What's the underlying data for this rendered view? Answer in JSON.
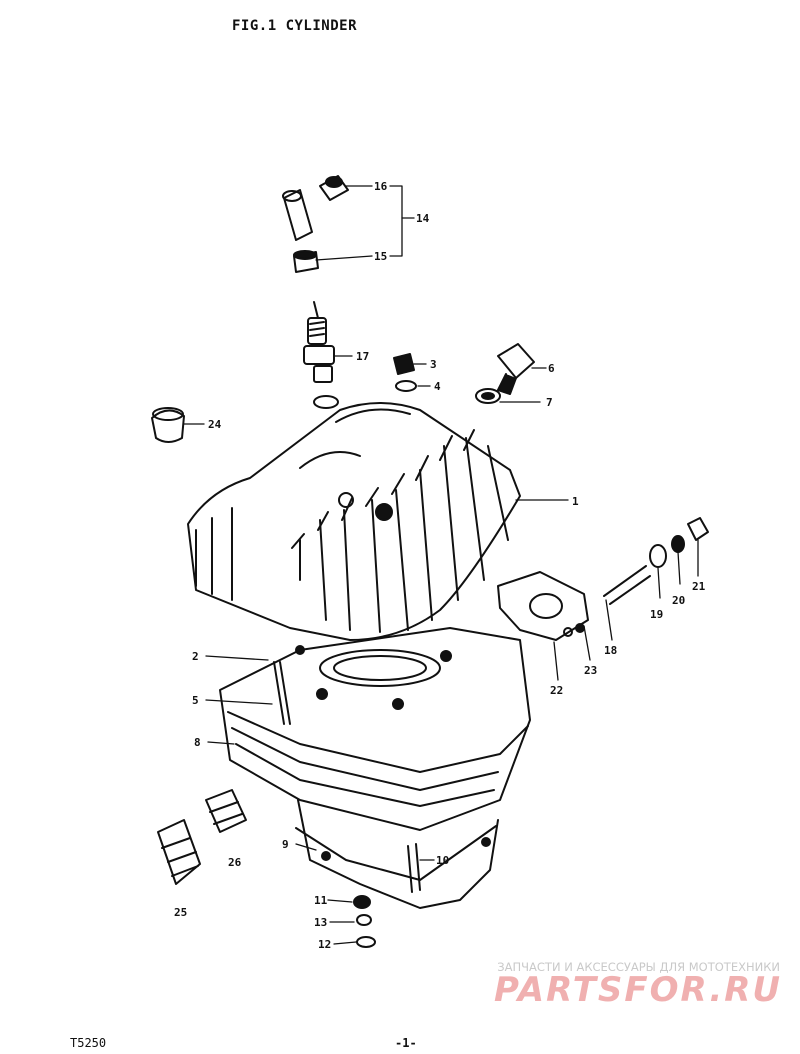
{
  "title": "FIG.1 CYLINDER",
  "callouts": [
    {
      "id": "1",
      "label": "1"
    },
    {
      "id": "2",
      "label": "2"
    },
    {
      "id": "3",
      "label": "3"
    },
    {
      "id": "4",
      "label": "4"
    },
    {
      "id": "5",
      "label": "5"
    },
    {
      "id": "6",
      "label": "6"
    },
    {
      "id": "7",
      "label": "7"
    },
    {
      "id": "8",
      "label": "8"
    },
    {
      "id": "9",
      "label": "9"
    },
    {
      "id": "10",
      "label": "10"
    },
    {
      "id": "11",
      "label": "11"
    },
    {
      "id": "12",
      "label": "12"
    },
    {
      "id": "13",
      "label": "13"
    },
    {
      "id": "14",
      "label": "14"
    },
    {
      "id": "15",
      "label": "15"
    },
    {
      "id": "16",
      "label": "16"
    },
    {
      "id": "17",
      "label": "17"
    },
    {
      "id": "18",
      "label": "18"
    },
    {
      "id": "19",
      "label": "19"
    },
    {
      "id": "20",
      "label": "20"
    },
    {
      "id": "21",
      "label": "21"
    },
    {
      "id": "22",
      "label": "22"
    },
    {
      "id": "23",
      "label": "23"
    },
    {
      "id": "24",
      "label": "24"
    },
    {
      "id": "25",
      "label": "25"
    },
    {
      "id": "26",
      "label": "26"
    }
  ],
  "footer": {
    "code": "T5250",
    "page": "-1-"
  },
  "watermark": {
    "caption": "ЗАПЧАСТИ И АКСЕССУАРЫ ДЛЯ МОТОТЕХНИКИ",
    "logo": "PARTSFOR.RU"
  }
}
